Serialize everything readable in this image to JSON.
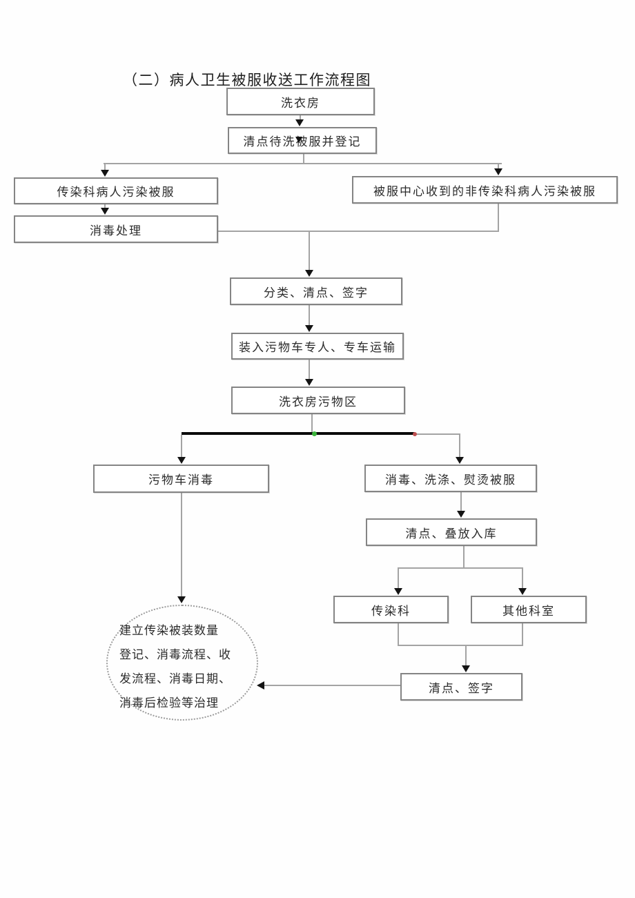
{
  "title": "（二）病人卫生被服收送工作流程图",
  "nodes": {
    "laundry": "洗衣房",
    "count_register": "清点待洗被服并登记",
    "infectious_linen": "传染科病人污染被服",
    "disinfect": "消毒处理",
    "center_received": "被服中心收到的非传染科病人污染被服",
    "classify_count_sign": "分类、清点、签字",
    "load_transport": "装入污物车专人、专车运输",
    "dirty_area": "洗衣房污物区",
    "cart_disinfect": "污物车消毒",
    "wash_iron": "消毒、洗涤、熨烫被服",
    "count_fold_store": "清点、叠放入库",
    "infectious_dept": "传染科",
    "other_dept": "其他科室",
    "count_sign": "清点、签字"
  },
  "note_circle": {
    "line1": "建立传染被装数量",
    "line2": "登记、消毒流程、收",
    "line3": "发流程、消毒日期、",
    "line4": "消毒后检验等治理"
  },
  "colors": {
    "box_border": "#848484",
    "connector_gray": "#a3a3a3",
    "selected_line_black": "#0a0a0a",
    "handle_green": "#3cb53c",
    "handle_red": "#c05050"
  }
}
